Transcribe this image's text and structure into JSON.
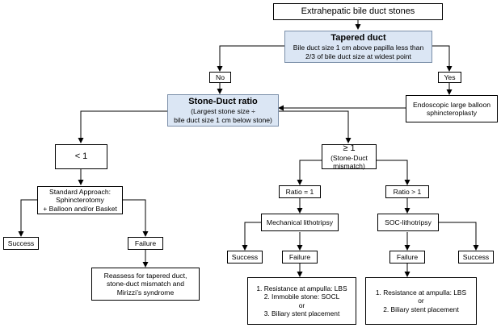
{
  "diagram": {
    "start": "Extrahepatic bile duct stones",
    "tapered": {
      "title": "Tapered duct",
      "line1": "Bile duct size 1 cm above papilla less than",
      "line2": "2/3 of bile duct size at widest point"
    },
    "label_no": "No",
    "label_yes": "Yes",
    "elbs": {
      "line1": "Endoscopic large balloon",
      "line2": "sphincteroplasty"
    },
    "ratio": {
      "title": "Stone-Duct ratio",
      "line1": "(Largest stone size ÷",
      "line2": "bile duct size 1 cm below stone)"
    },
    "lt1": "< 1",
    "ge1": {
      "title": "≥ 1",
      "sub": "(Stone-Duct mismatch)"
    },
    "standard": {
      "line1": "Standard Approach:",
      "line2": "Sphincterotomy",
      "line3": "+ Balloon and/or Basket"
    },
    "success_left": "Success",
    "failure_left": "Failure",
    "reassess": {
      "line1": "Reassess for tapered duct,",
      "line2": "stone-duct mismatch and",
      "line3": "Mirizzi’s syndrome"
    },
    "ratio_eq1": "Ratio = 1",
    "ratio_gt1": "Ratio > 1",
    "mech": "Mechanical lithotripsy",
    "soc": "SOC-lithotripsy",
    "success_mech": "Success",
    "failure_mech": "Failure",
    "failure_soc": "Failure",
    "success_soc": "Success",
    "mech_options": {
      "line1": "1. Resistance at ampulla: LBS",
      "line2": "2. Immobile stone: SOCL",
      "line3": "or",
      "line4": "3. Biliary stent placement"
    },
    "soc_options": {
      "line1": "1. Resistance at ampulla: LBS",
      "line2": "or",
      "line3": "2. Biliary stent placement"
    }
  },
  "colors": {
    "highlight_fill": "#dbe6f4",
    "highlight_border": "#7a8ea8",
    "line": "#000000"
  }
}
